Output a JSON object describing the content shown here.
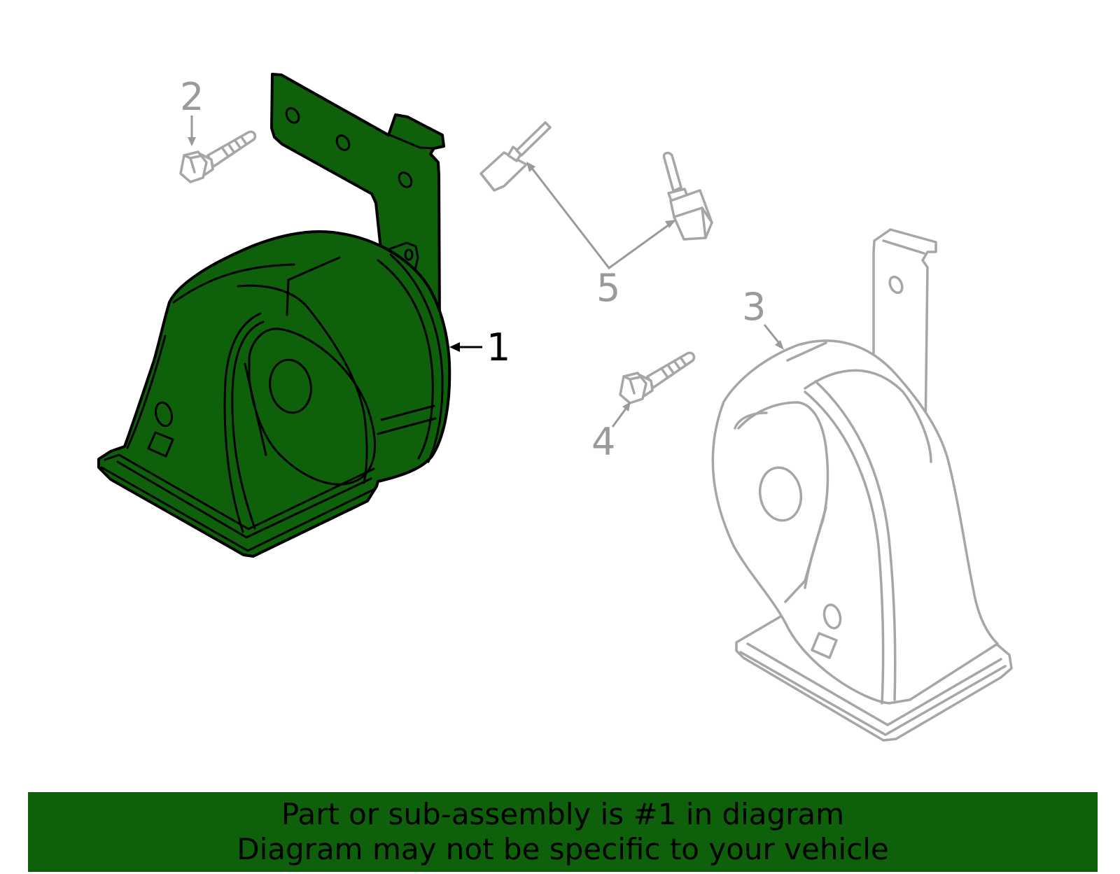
{
  "colors": {
    "highlight_green": "#0f600a",
    "outline_grey": "#a6a6a6",
    "callout_grey": "#9a9a9a",
    "callout_black": "#000000"
  },
  "callouts": {
    "part_1": "1",
    "part_2": "2",
    "part_3": "3",
    "part_4": "4",
    "part_5": "5"
  },
  "banner": {
    "line1": "Part or sub-assembly is #1 in diagram",
    "line2": "Diagram may not be specific to your vehicle"
  }
}
